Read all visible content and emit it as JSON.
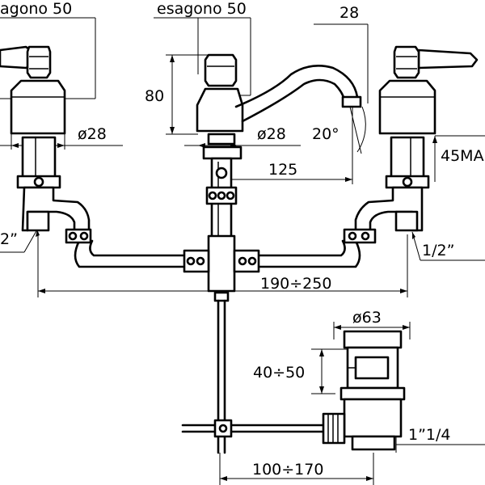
{
  "drawing": {
    "labels": {
      "hex_left": "agono 50",
      "hex_center": "esagono 50",
      "dim_28_top": "28",
      "height_80": "80",
      "dia_28_left": "ø28",
      "dia_28_center": "ø28",
      "angle_20": "20°",
      "max_45": "45MA",
      "reach_125": "125",
      "thread_left": "2”",
      "thread_right": "1/2”",
      "spacing": "190÷250",
      "dia_63": "ø63",
      "height_40_50": "40÷50",
      "thread_waste": "1”1/4",
      "distance": "100÷170"
    }
  }
}
